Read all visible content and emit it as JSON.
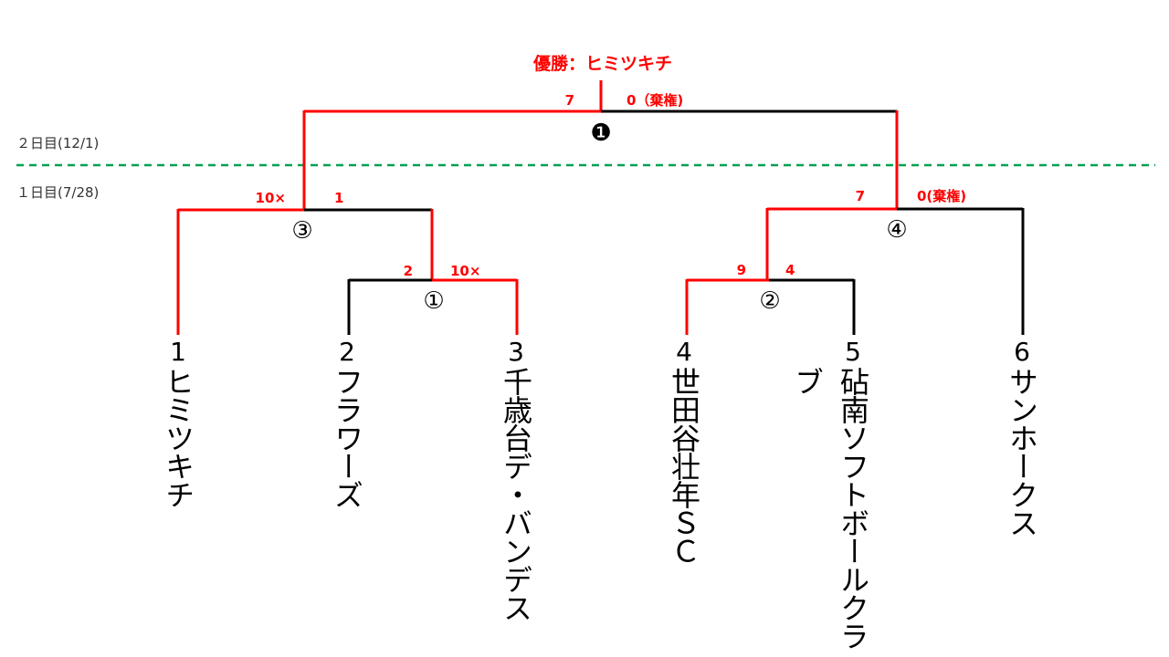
{
  "champion_label": "優勝：ヒミツキチ",
  "day_labels": {
    "day2": "２日目(12/1)",
    "day1": "１日目(7/28)"
  },
  "match_numbers": [
    "❶",
    "①",
    "②",
    "③",
    "④"
  ],
  "teams": [
    {
      "seed": "1",
      "name": "ヒミツキチ"
    },
    {
      "seed": "2",
      "name": "フラワーズ"
    },
    {
      "seed": "3",
      "name": "千歳台デ・バンデス"
    },
    {
      "seed": "4",
      "name": "世田谷壮年ＳＣ"
    },
    {
      "seed": "5",
      "name": "砧南ソフトボールクラブ"
    },
    {
      "seed": "6",
      "name": "サンホークス"
    }
  ],
  "scores": {
    "final_left": "7",
    "final_right": "0（棄権)",
    "m3_left": "10×",
    "m3_right": "1",
    "m1_left": "2",
    "m1_right": "10×",
    "m4_left": "7",
    "m4_right": "0(棄権)",
    "m2_left": "9",
    "m2_right": "4"
  },
  "colors": {
    "winner_line": "#ff0000",
    "loser_line": "#000000",
    "divider": "#00a050"
  }
}
